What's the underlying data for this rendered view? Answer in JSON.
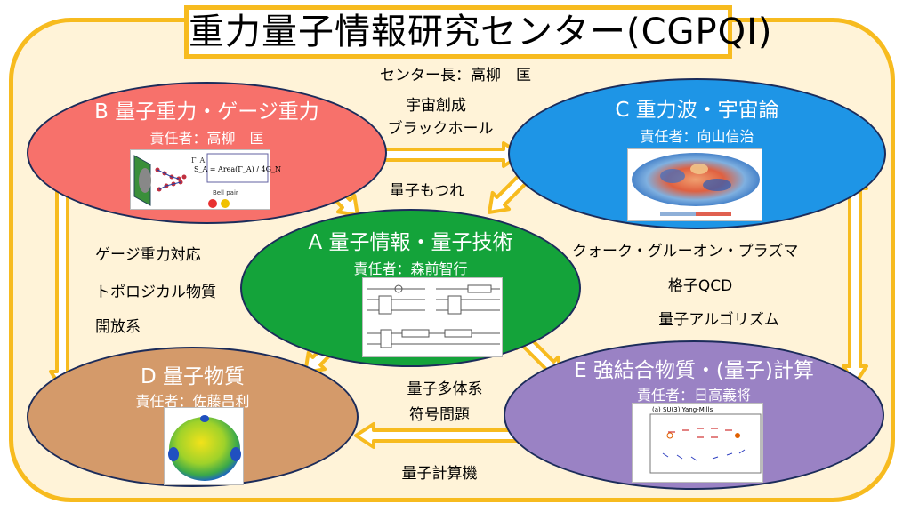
{
  "title": "重力量子情報研究センター(CGPQI)",
  "director": "センター長：高柳　匡",
  "groups": {
    "A": {
      "name": "A 量子情報・量子技術",
      "leader": "責任者：森前智行",
      "color": "#14a33a"
    },
    "B": {
      "name": "B 量子重力・ゲージ重力",
      "leader": "責任者：高柳　匡",
      "color": "#f7716b"
    },
    "C": {
      "name": "C 重力波・宇宙論",
      "leader": "責任者：向山信治",
      "color": "#1e95e6"
    },
    "D": {
      "name": "D 量子物質",
      "leader": "責任者：佐藤昌利",
      "color": "#d49a6a"
    },
    "E": {
      "name": "E 強結合物質・(量子)計算",
      "leader": "責任者：日高義将",
      "color": "#9a82c4"
    }
  },
  "links": {
    "BC_1": "宇宙創成",
    "BC_2": "ブラックホール",
    "center": "量子もつれ",
    "BD_1": "ゲージ重力対応",
    "BD_2": "トポロジカル物質",
    "BD_3": "開放系",
    "CE_1": "クォーク・グルーオン・プラズマ",
    "CE_2": "格子QCD",
    "CE_3": "量子アルゴリズム",
    "DE_1": "量子多体系",
    "DE_2": "符号問題",
    "DE_3": "量子計算機"
  },
  "figures": {
    "B_formula": "S_A = Area(Γ_A) / 4G_N",
    "B_gamma": "Γ_A",
    "B_bellpair": "Bell pair",
    "E_caption": "(a) SU(3) Yang-Mills"
  },
  "colors": {
    "arrow_fill": "#ffffff",
    "arrow_stroke": "#f7bb1f",
    "frame": "#f7bb1f",
    "background": "#fff3d8"
  }
}
